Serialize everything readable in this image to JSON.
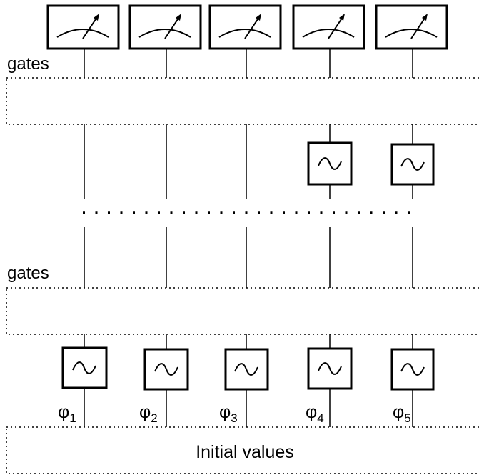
{
  "labels": {
    "gates_top": "gates",
    "gates_bottom": "gates",
    "initial_values": "Initial values"
  },
  "qubits": [
    {
      "phi_symbol": "φ",
      "phi_index": "1"
    },
    {
      "phi_symbol": "φ",
      "phi_index": "2"
    },
    {
      "phi_symbol": "φ",
      "phi_index": "3"
    },
    {
      "phi_symbol": "φ",
      "phi_index": "4"
    },
    {
      "phi_symbol": "φ",
      "phi_index": "5"
    }
  ],
  "icons": {
    "meter": "measurement-meter-icon",
    "wave": "sine-wave-icon"
  }
}
